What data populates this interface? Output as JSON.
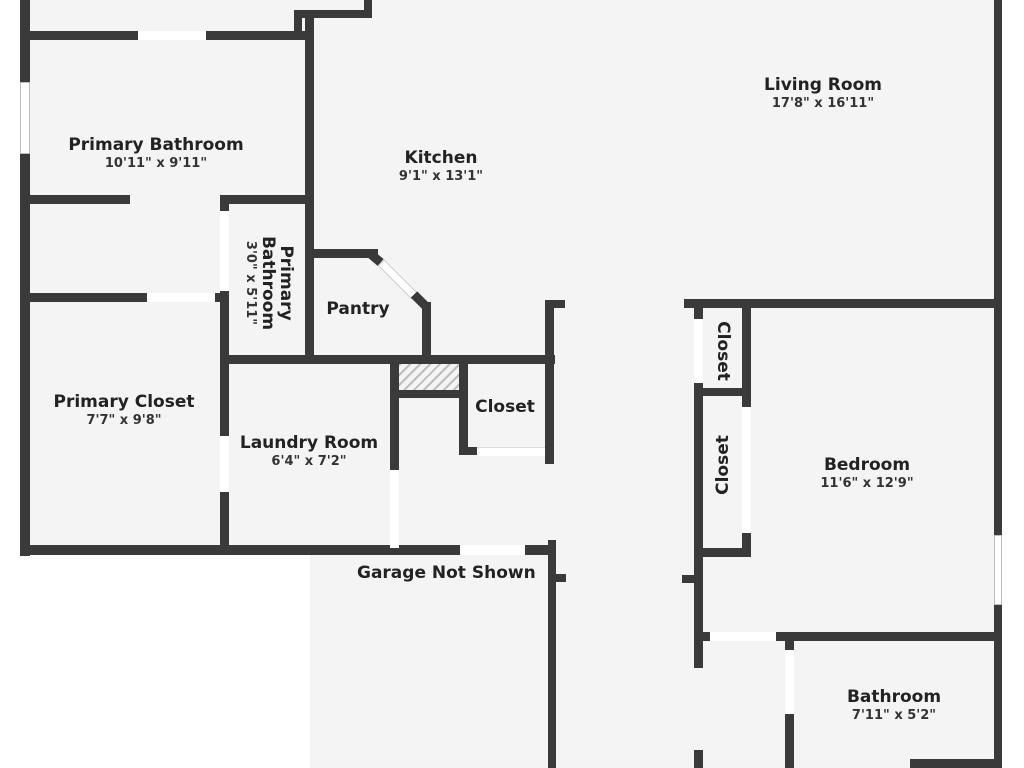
{
  "floorplan": {
    "background_color": "#ffffff",
    "floor_color": "#f4f4f4",
    "wall_color": "#3a3a3a",
    "rooms": [
      {
        "id": "living_room",
        "name": "Living Room",
        "dims": "17'8\" x 16'11\""
      },
      {
        "id": "primary_bathroom",
        "name": "Primary Bathroom",
        "dims": "10'11\" x 9'11\""
      },
      {
        "id": "kitchen",
        "name": "Kitchen",
        "dims": "9'1\" x 13'1\""
      },
      {
        "id": "primary_bathroom_2",
        "name": "Primary Bathroom",
        "dims": "3'0\" x 5'11\""
      },
      {
        "id": "pantry",
        "name": "Pantry",
        "dims": ""
      },
      {
        "id": "primary_closet",
        "name": "Primary Closet",
        "dims": "7'7\" x 9'8\""
      },
      {
        "id": "laundry_room",
        "name": "Laundry Room",
        "dims": "6'4\" x 7'2\""
      },
      {
        "id": "hall_closet",
        "name": "Closet",
        "dims": ""
      },
      {
        "id": "bedroom_closet_1",
        "name": "Closet",
        "dims": ""
      },
      {
        "id": "bedroom_closet_2",
        "name": "Closet",
        "dims": ""
      },
      {
        "id": "bedroom",
        "name": "Bedroom",
        "dims": "11'6\" x 12'9\""
      },
      {
        "id": "bathroom",
        "name": "Bathroom",
        "dims": "7'11\" x 5'2\""
      }
    ],
    "notes": {
      "garage": "Garage Not Shown"
    }
  }
}
